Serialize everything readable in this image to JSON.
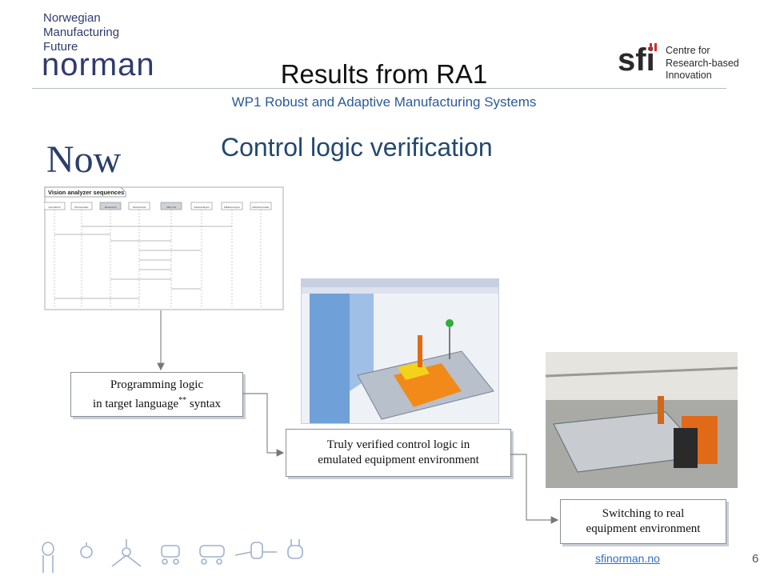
{
  "brand": {
    "logo_line1": "Norwegian",
    "logo_line2": "Manufacturing",
    "logo_line3": "Future",
    "wordmark": "norman",
    "sfi_mark": "sfi",
    "sfi_line1": "Centre for",
    "sfi_line2": "Research-based",
    "sfi_line3": "Innovation"
  },
  "slide": {
    "title": "Results from RA1",
    "subtitle": "WP1 Robust and Adaptive Manufacturing Systems",
    "now_label": "Now",
    "heading": "Control logic verification",
    "diagram_title": "Vision analyzer sequences",
    "diagram_participants": [
      "ControlUnit",
      "PlcController",
      "SensorUnit",
      "ScannerUnit",
      "OPC-UA",
      "VisionAnalyzer",
      "PalletConveyor",
      "RobotController"
    ],
    "box1_line1": "Programming logic",
    "box1_line2_pre": "in target language",
    "box1_sup": "**",
    "box1_line2_post": " syntax",
    "box2_line1": "Truly verified control logic in",
    "box2_line2": "emulated equipment environment",
    "box3_line1": "Switching to real",
    "box3_line2": "equipment environment"
  },
  "footer": {
    "link": "sfinorman.no",
    "page_number": "6"
  },
  "colors": {
    "brand_navy": "#2f3b6e",
    "title_blue": "#24486f",
    "subtitle_blue": "#2b5a9a",
    "link_blue": "#2b6fd0",
    "sfi_red": "#d42a2a"
  }
}
